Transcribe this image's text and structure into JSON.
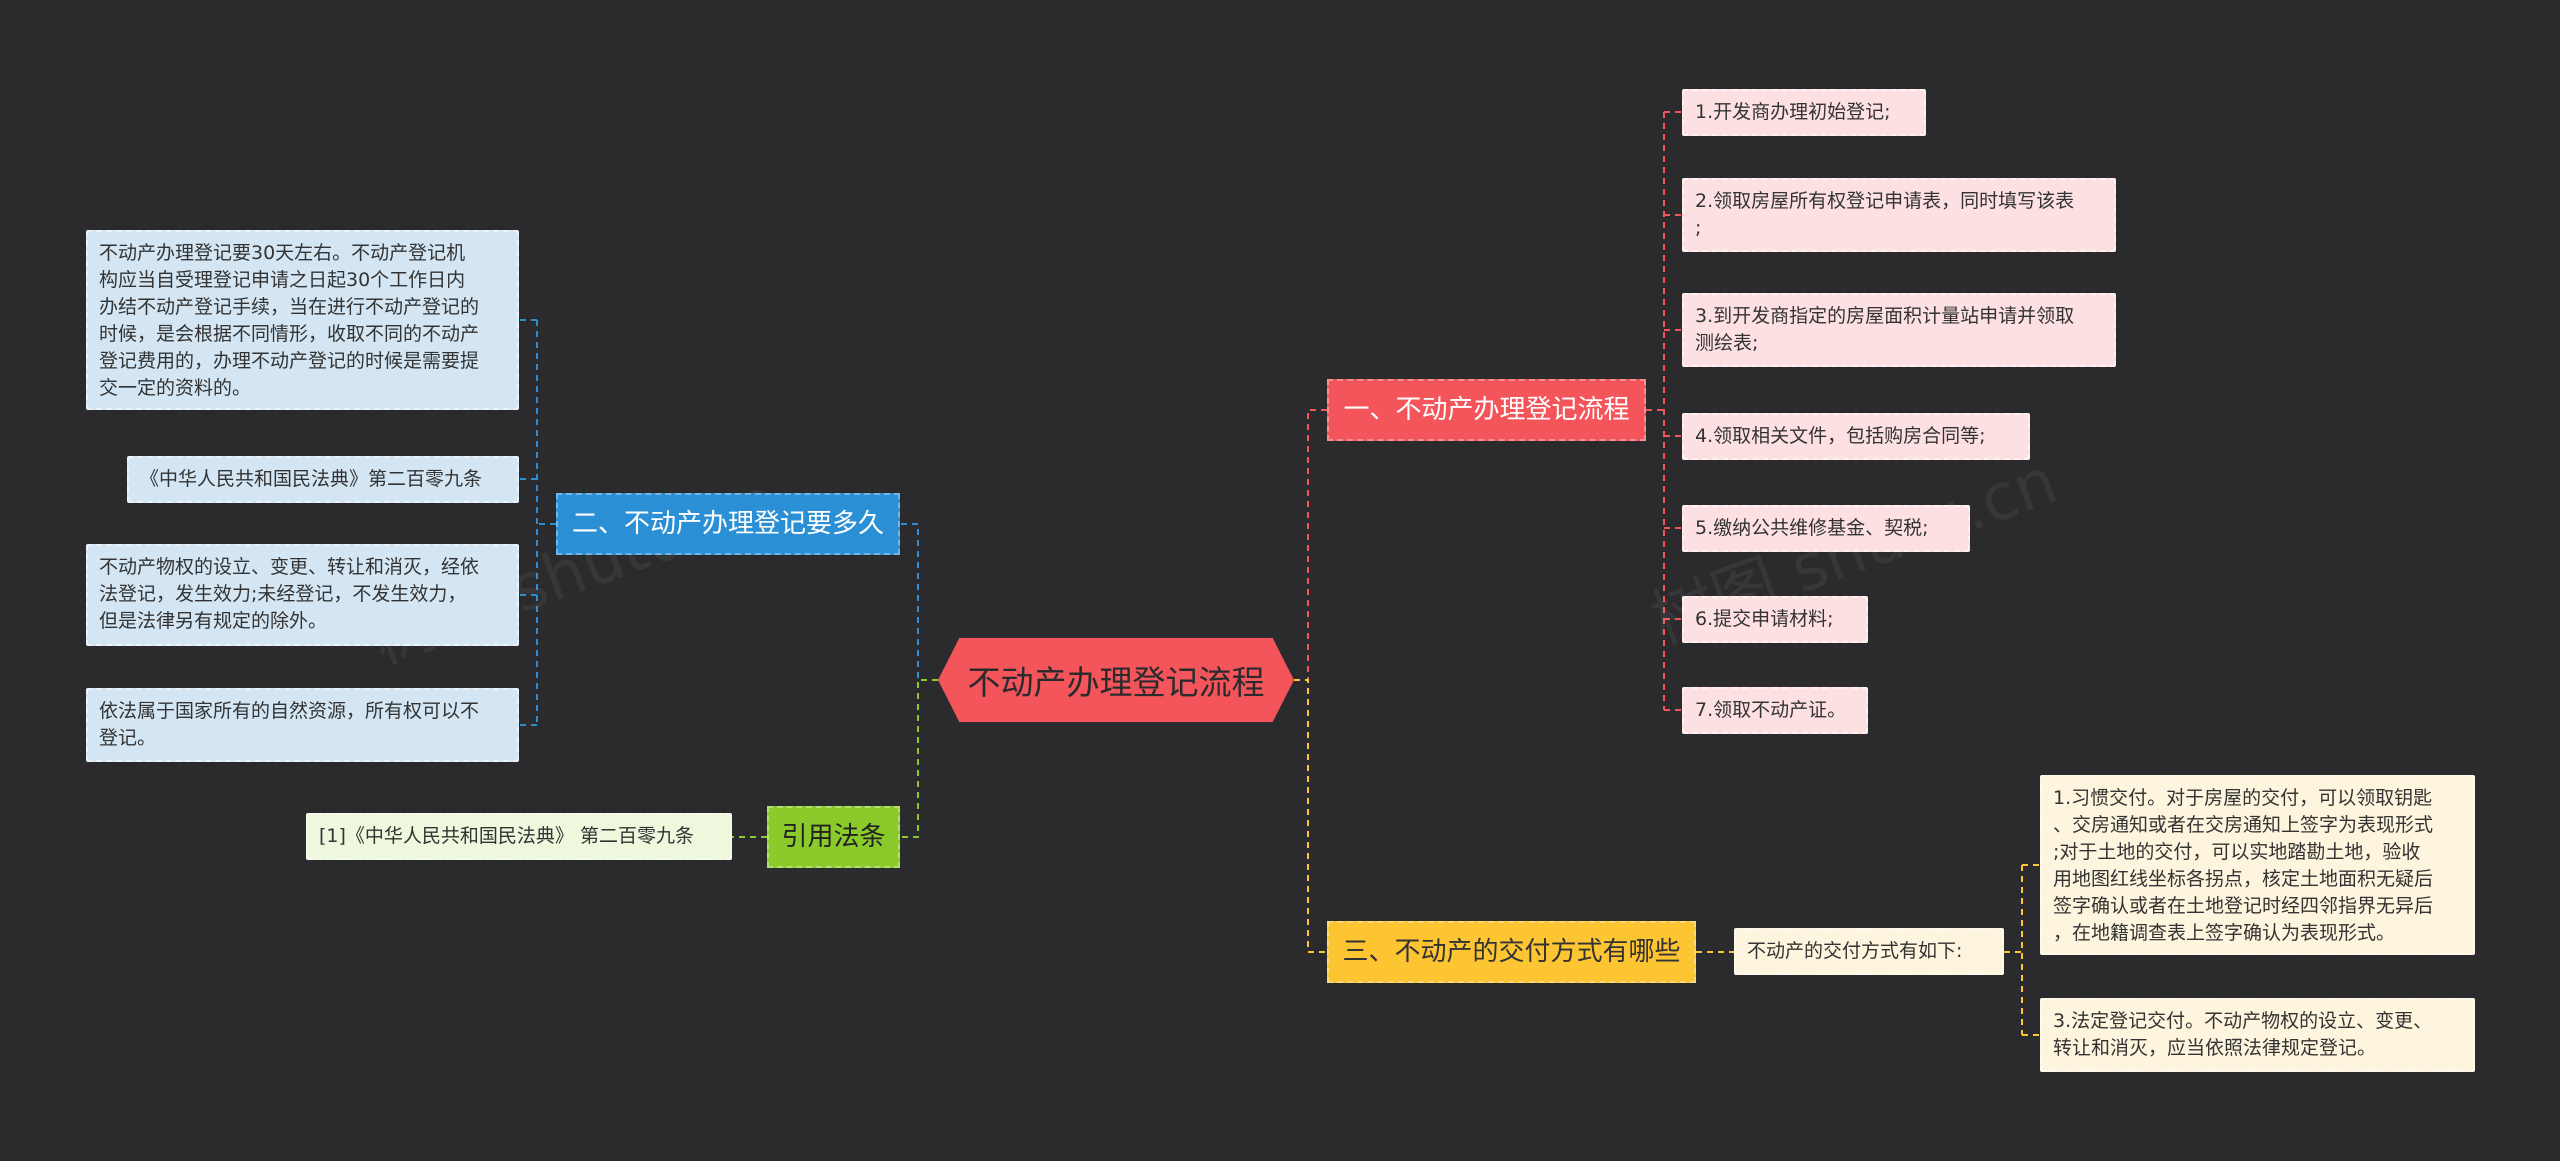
{
  "root": {
    "label": "不动产办理登记流程"
  },
  "branches": {
    "b1": {
      "label": "一、不动产办理登记流程"
    },
    "b2": {
      "label": "二、不动产办理登记要多久"
    },
    "b3": {
      "label": "三、不动产的交付方式有哪些"
    },
    "b4": {
      "label": "引用法条"
    }
  },
  "leaves": {
    "b1": [
      "1.开发商办理初始登记;",
      "2.领取房屋所有权登记申请表，同时填写该表\n;",
      "3.到开发商指定的房屋面积计量站申请并领取\n测绘表;",
      "4.领取相关文件，包括购房合同等;",
      "5.缴纳公共维修基金、契税;",
      "6.提交申请材料;",
      "7.领取不动产证。"
    ],
    "b2": [
      "不动产办理登记要30天左右。不动产登记机\n构应当自受理登记申请之日起30个工作日内\n办结不动产登记手续，当在进行不动产登记的\n时候，是会根据不同情形，收取不同的不动产\n登记费用的，办理不动产登记的时候是需要提\n交一定的资料的。",
      "《中华人民共和国民法典》第二百零九条",
      "不动产物权的设立、变更、转让和消灭，经依\n法登记，发生效力;未经登记，不发生效力，\n但是法律另有规定的除外。",
      "依法属于国家所有的自然资源，所有权可以不\n登记。"
    ],
    "b3_mid": "不动产的交付方式有如下:",
    "b3": [
      "1.习惯交付。对于房屋的交付，可以领取钥匙\n、交房通知或者在交房通知上签字为表现形式\n;对于土地的交付，可以实地踏勘土地，验收\n用地图红线坐标各拐点，核定土地面积无疑后\n签字确认或者在土地登记时经四邻指界无异后\n，在地籍调查表上签字确认为表现形式。",
      "3.法定登记交付。不动产物权的设立、变更、\n转让和消灭，应当依照法律规定登记。"
    ],
    "b4": [
      "[1]《中华人民共和国民法典》 第二百零九条"
    ]
  },
  "colors": {
    "background": "#2b2b2d",
    "red": "#f4555a",
    "blue": "#2a8fd4",
    "yellow": "#fdc531",
    "green": "#8acb2b"
  }
}
